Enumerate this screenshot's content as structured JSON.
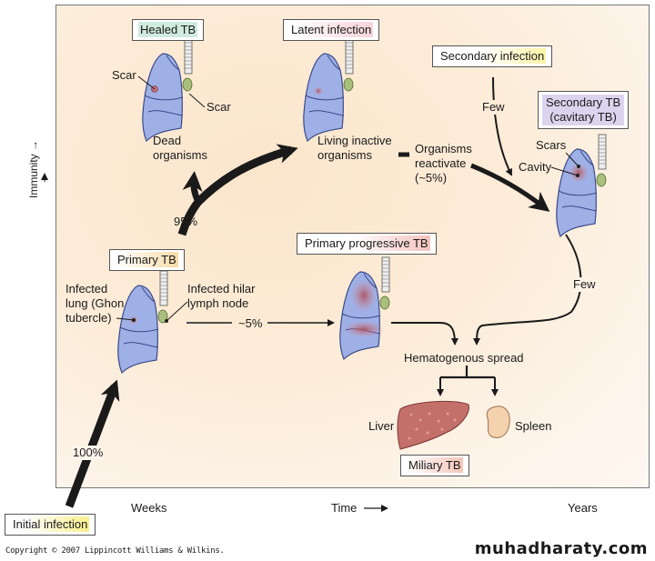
{
  "diagram": {
    "title_boxes": {
      "healed_tb": {
        "text": "Healed TB",
        "highlight": "#cfeadf"
      },
      "latent_infection": {
        "text": "Latent infection",
        "highlight": "#f6d3da"
      },
      "secondary_infection": {
        "text": "Secondary infection",
        "highlight": "#fbf3a6"
      },
      "secondary_tb": {
        "line1": "Secondary TB",
        "line2": "(cavitary TB)",
        "highlight": "#dcd4ee"
      },
      "primary_tb": {
        "text": "Primary TB",
        "highlight": "#f8dcaa"
      },
      "primary_progressive_tb": {
        "text": "Primary progressive TB",
        "highlight": "#f4c2bd"
      },
      "miliary_tb": {
        "text": "Miliary TB",
        "highlight": "#f6c5b8"
      },
      "initial_infection": {
        "text": "Initial infection",
        "highlight": "#f9ef8a"
      }
    },
    "labels": {
      "scar_left": "Scar",
      "scar_right": "Scar",
      "dead_organisms_1": "Dead",
      "dead_organisms_2": "organisms",
      "living_inactive_1": "Living inactive",
      "living_inactive_2": "organisms",
      "organisms_reactivate_1": "Organisms",
      "organisms_reactivate_2": "reactivate",
      "organisms_reactivate_3": "(~5%)",
      "few_top": "Few",
      "few_right": "Few",
      "scars": "Scars",
      "cavity": "Cavity",
      "pct_95": "95%",
      "pct_100": "100%",
      "pct_5": "~5%",
      "infected_lung_1": "Infected",
      "infected_lung_2": "lung (Ghon",
      "infected_lung_3": "tubercle)",
      "infected_hilar_1": "Infected hilar",
      "infected_hilar_2": "lymph node",
      "hematogenous_spread": "Hematogenous spread",
      "liver": "Liver",
      "spleen": "Spleen"
    },
    "axes": {
      "y_label": "Immunity →",
      "x_weeks": "Weeks",
      "x_time": "Time",
      "x_years": "Years"
    },
    "colors": {
      "lung_fill": "#9fb0e6",
      "lung_stroke": "#3a4a8a",
      "lesion": "#c0707a",
      "liver_fill": "#c4706a",
      "spleen_fill": "#f3d2ad",
      "arrow": "#1a1a1a"
    }
  },
  "footer": {
    "copyright": "Copyright © 2007 Lippincott Williams & Wilkins.",
    "watermark": "muhadharaty.com"
  }
}
